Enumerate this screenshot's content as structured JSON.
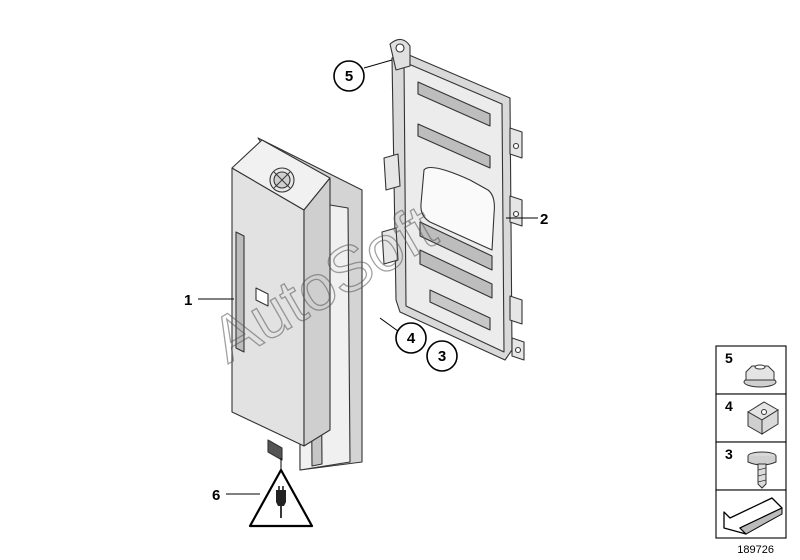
{
  "diagram": {
    "callouts": {
      "c1": "1",
      "c2": "2",
      "c3": "3",
      "c4": "4",
      "c5": "5",
      "c6": "6"
    },
    "legend": {
      "r5": "5",
      "r4": "4",
      "r3": "3"
    },
    "watermark": "AutoSoft",
    "document_id": "189726"
  }
}
